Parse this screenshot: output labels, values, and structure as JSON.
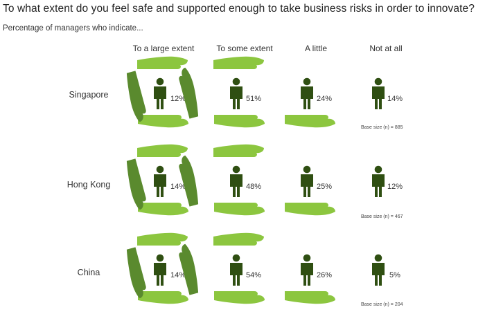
{
  "chart_data": {
    "type": "table",
    "title": "To what extent do you feel safe and supported enough to take business risks in order to innovate?",
    "subtitle": "Percentage of managers who indicate...",
    "categories": [
      "To a large extent",
      "To some extent",
      "A little",
      "Not at all"
    ],
    "rows": [
      {
        "country": "Singapore",
        "values": [
          12,
          51,
          24,
          14
        ],
        "labels": [
          "12%",
          "51%",
          "24%",
          "14%"
        ],
        "base": "Base size (n) = 885"
      },
      {
        "country": "Hong Kong",
        "values": [
          14,
          48,
          25,
          12
        ],
        "labels": [
          "14%",
          "48%",
          "25%",
          "12%"
        ],
        "base": "Base size (n) = 467"
      },
      {
        "country": "China",
        "values": [
          14,
          54,
          26,
          5
        ],
        "labels": [
          "14%",
          "54%",
          "26%",
          "5%"
        ],
        "base": "Base size (n) = 204"
      }
    ],
    "icons": {
      "person": "person-icon",
      "hands_level_0": "four-hands-icon",
      "hands_level_1": "two-hands-icon",
      "hands_level_2": "one-hand-icon",
      "hands_level_3": "no-hands"
    },
    "colors": {
      "person": "#2f4f12",
      "hand_light": "#8cc63f",
      "hand_dark": "#5a8a2e"
    }
  }
}
